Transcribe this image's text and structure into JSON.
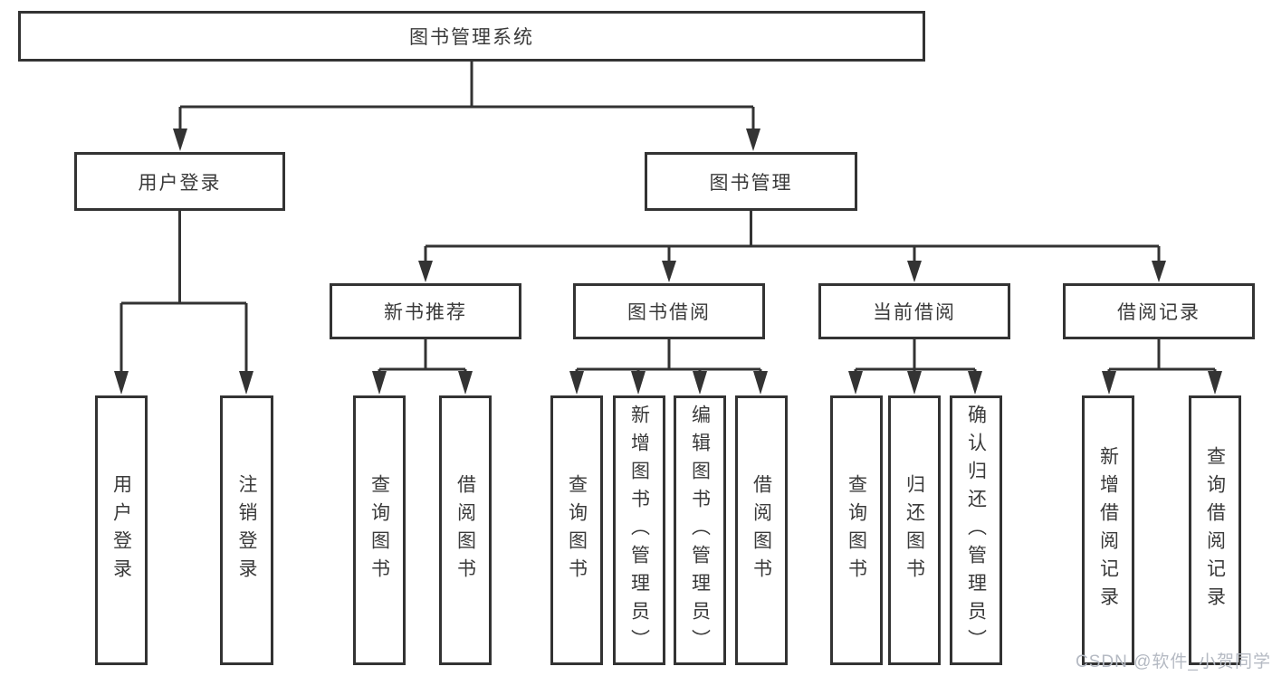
{
  "diagram": {
    "root": {
      "label": "图书管理系统",
      "children": [
        {
          "label": "用户登录",
          "children": [
            {
              "label": "用户登录"
            },
            {
              "label": "注销登录"
            }
          ]
        },
        {
          "label": "图书管理",
          "children": [
            {
              "label": "新书推荐",
              "children": [
                {
                  "label": "查询图书"
                },
                {
                  "label": "借阅图书"
                }
              ]
            },
            {
              "label": "图书借阅",
              "children": [
                {
                  "label": "查询图书"
                },
                {
                  "label": "新增图书（管理员）"
                },
                {
                  "label": "编辑图书（管理员）"
                },
                {
                  "label": "借阅图书"
                }
              ]
            },
            {
              "label": "当前借阅",
              "children": [
                {
                  "label": "查询图书"
                },
                {
                  "label": "归还图书"
                },
                {
                  "label": "确认归还（管理员）"
                }
              ]
            },
            {
              "label": "借阅记录",
              "children": [
                {
                  "label": "新增借阅记录"
                },
                {
                  "label": "查询借阅记录"
                }
              ]
            }
          ]
        }
      ]
    },
    "watermark": "CSDN @软件_小贺同学",
    "colors": {
      "line": "#333333",
      "text": "#3a3a3a",
      "watermark": "#b5bac3",
      "background": "#ffffff"
    }
  }
}
